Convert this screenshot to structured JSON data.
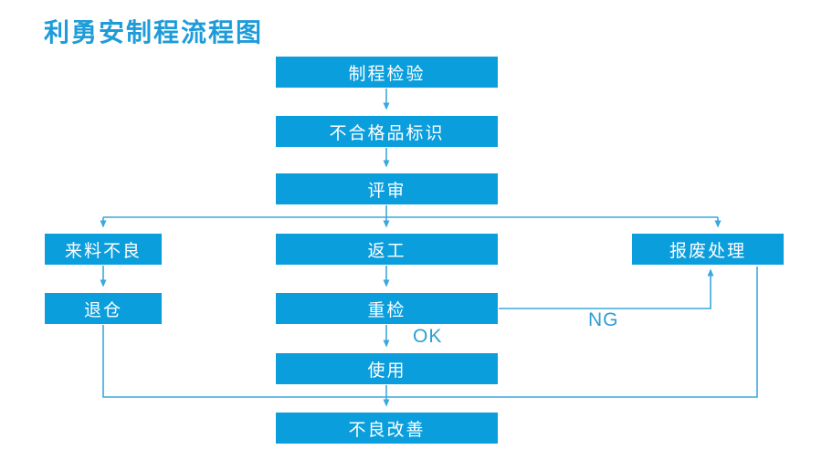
{
  "title": "利勇安制程流程图",
  "colors": {
    "background": "#FFFFFF",
    "node_fill": "#0B9EDD",
    "node_text": "#FFFFFF",
    "connector": "#3AA8DC",
    "title": "#1E9CD9",
    "edge_label": "#2E9FD2"
  },
  "nodes": [
    {
      "id": "process-inspection",
      "label": "制程检验"
    },
    {
      "id": "nonconforming-identification",
      "label": "不合格品标识"
    },
    {
      "id": "review",
      "label": "评审"
    },
    {
      "id": "incoming-material-defect",
      "label": "来料不良"
    },
    {
      "id": "rework",
      "label": "返工"
    },
    {
      "id": "scrap-disposal",
      "label": "报废处理"
    },
    {
      "id": "return-to-warehouse",
      "label": "退仓"
    },
    {
      "id": "recheck",
      "label": "重检"
    },
    {
      "id": "use",
      "label": "使用"
    },
    {
      "id": "defect-improvement",
      "label": "不良改善"
    }
  ],
  "edge_labels": {
    "ok": "OK",
    "ng": "NG"
  }
}
